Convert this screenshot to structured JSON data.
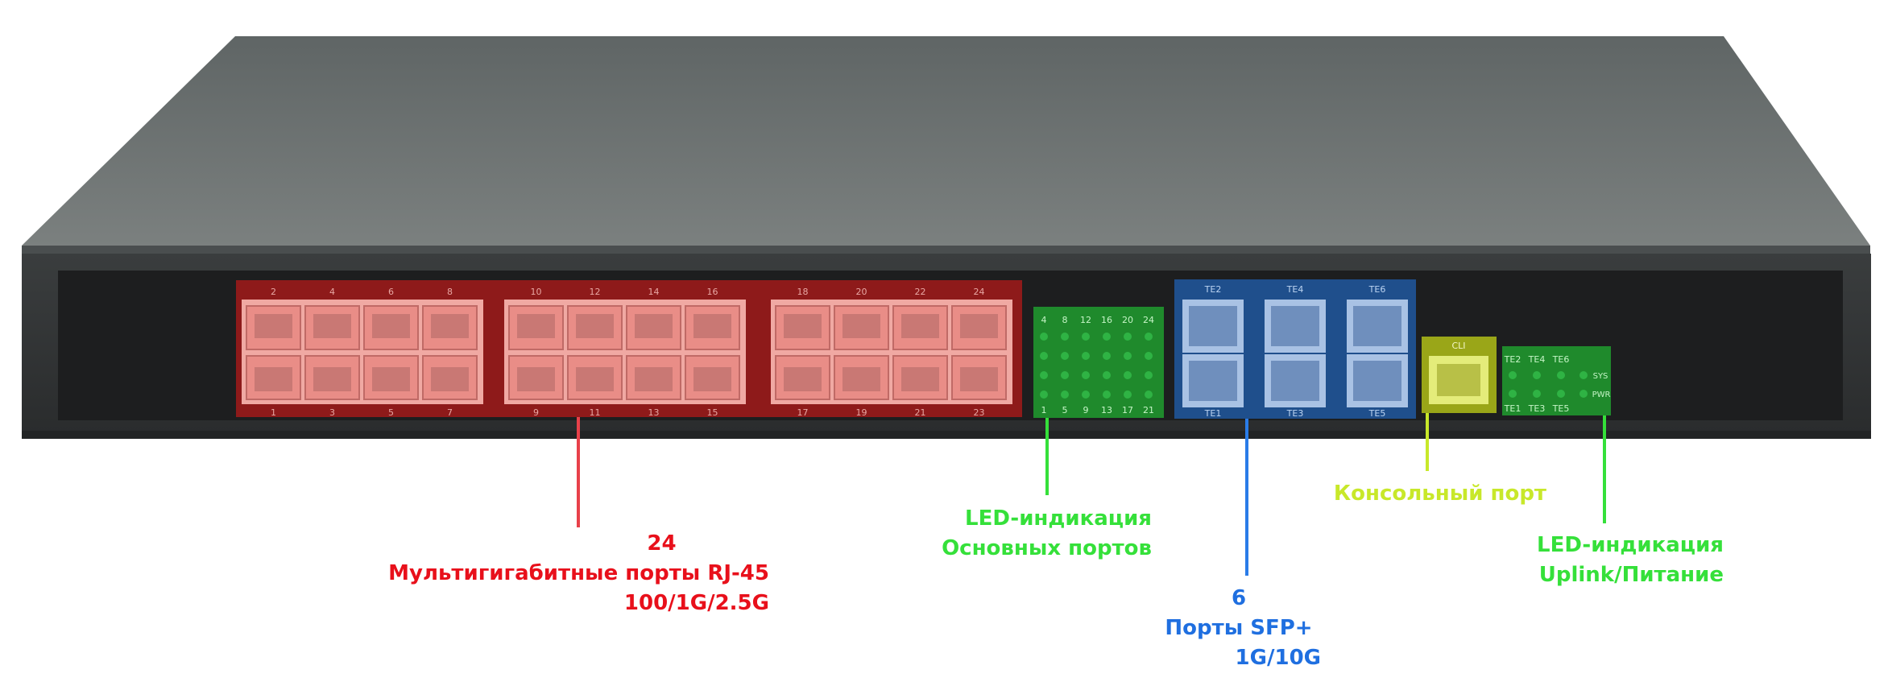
{
  "labels": {
    "rj45": {
      "count": "24",
      "title": "Мультигигабитные порты RJ-45",
      "speed": "100/1G/2.5G",
      "color": "#e8101b"
    },
    "led_main": {
      "line1": "LED-индикация",
      "line2": "Основных портов",
      "color": "#35e03a"
    },
    "sfp": {
      "count": "6",
      "title": "Порты SFP+",
      "speed": "1G/10G",
      "color": "#1f6fe0"
    },
    "console": {
      "title": "Консольный порт",
      "color": "#c8e82a"
    },
    "led_uplink": {
      "line1": "LED-индикация",
      "line2": "Uplink/Питание",
      "color": "#35e03a"
    }
  },
  "panel": {
    "rj_top_numbers": [
      "2",
      "4",
      "6",
      "8",
      "10",
      "12",
      "14",
      "16",
      "18",
      "20",
      "22",
      "24"
    ],
    "rj_bottom_numbers": [
      "1",
      "3",
      "5",
      "7",
      "9",
      "11",
      "13",
      "15",
      "17",
      "19",
      "21",
      "23"
    ],
    "led_top_numbers": [
      "4",
      "8",
      "12",
      "16",
      "20",
      "24"
    ],
    "led_bottom_numbers": [
      "1",
      "5",
      "9",
      "13",
      "17",
      "21"
    ],
    "sfp_top": [
      "TE2",
      "TE4",
      "TE6"
    ],
    "sfp_bottom": [
      "TE1",
      "TE3",
      "TE5"
    ],
    "cli_label": "CLI",
    "uplink_top": [
      "TE2",
      "TE4",
      "TE6"
    ],
    "uplink_bottom": [
      "TE1",
      "TE3",
      "TE5"
    ],
    "sys_label": "SYS",
    "pwr_label": "PWR"
  }
}
